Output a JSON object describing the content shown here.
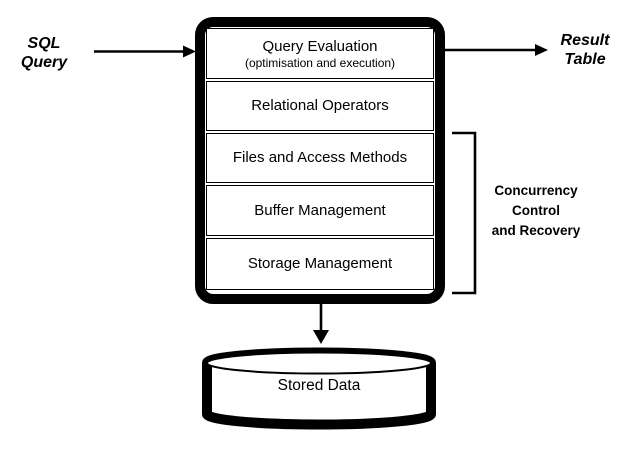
{
  "diagram": {
    "input": {
      "lines": [
        "SQL",
        "Query"
      ]
    },
    "output": {
      "lines": [
        "Result",
        "Table"
      ]
    },
    "layers": [
      {
        "label": "Query Evaluation",
        "sublabel": "(optimisation and execution)"
      },
      {
        "label": "Relational Operators"
      },
      {
        "label": "Files and Access Methods"
      },
      {
        "label": "Buffer Management"
      },
      {
        "label": "Storage Management"
      }
    ],
    "annotation": {
      "lines": [
        "Concurrency",
        "Control",
        "and Recovery"
      ]
    },
    "datastore": {
      "label": "Stored Data"
    },
    "colors": {
      "ink": "#000000",
      "paper": "#ffffff"
    }
  }
}
